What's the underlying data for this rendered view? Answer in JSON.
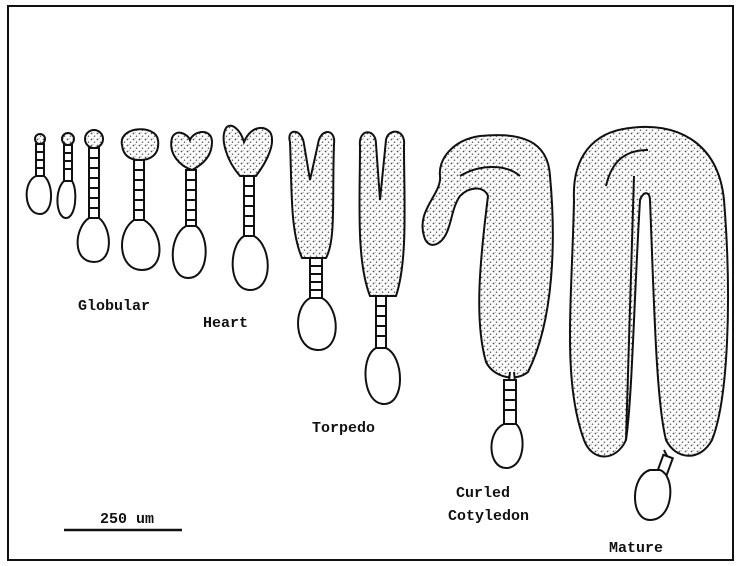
{
  "colors": {
    "ink": "#111111",
    "paper": "#ffffff",
    "stipple": "#777777"
  },
  "stages": {
    "globular": "Globular",
    "heart": "Heart",
    "torpedo": "Torpedo",
    "curled_line1": "Curled",
    "curled_line2": "Cotyledon",
    "mature": "Mature"
  },
  "scale_bar": {
    "label": "250 um"
  }
}
